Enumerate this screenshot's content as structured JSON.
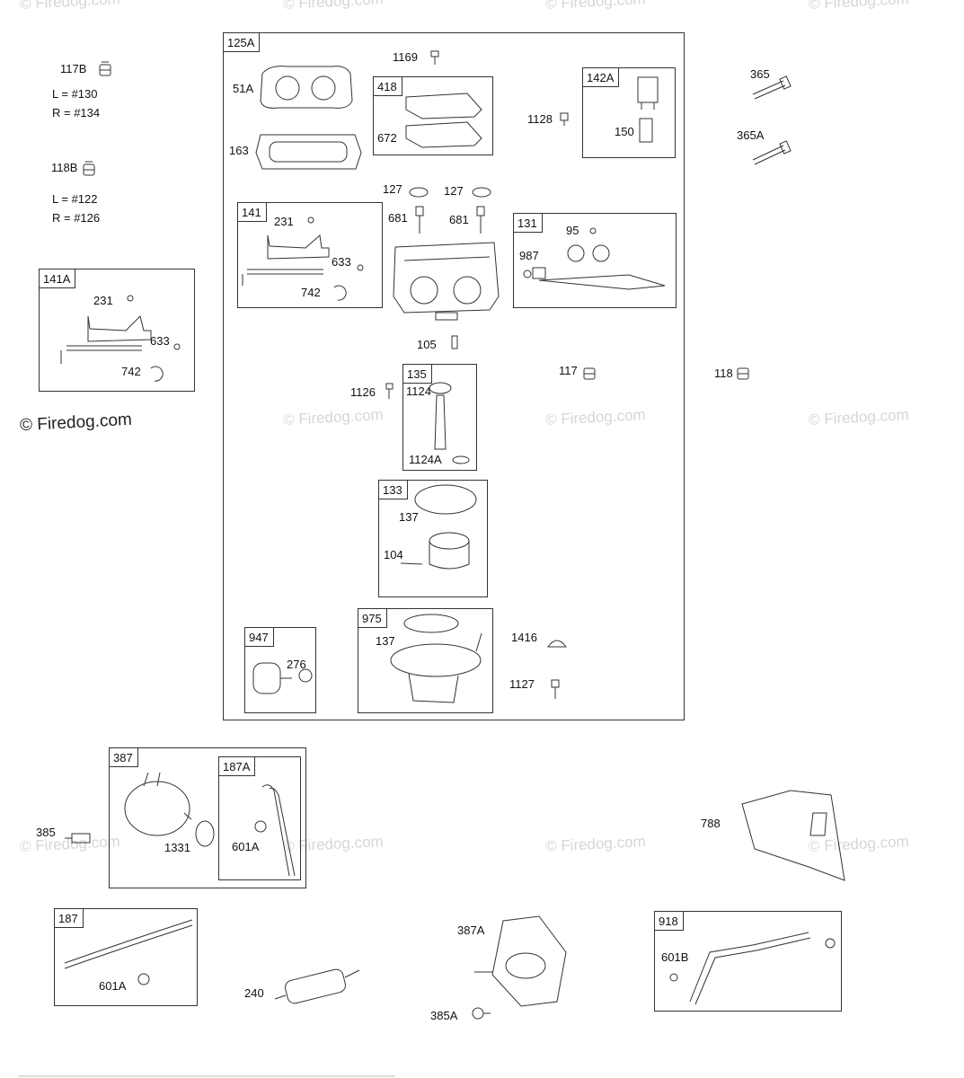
{
  "watermarks": {
    "main": "© Firedog.com",
    "faint": "© Firedog.com"
  },
  "loose_labels": {
    "p117b": "117B",
    "p117b_l": "L = #130",
    "p117b_r": "R = #134",
    "p118b": "118B",
    "p118b_l": "L = #122",
    "p118b_r": "R = #126",
    "p365": "365",
    "p365a": "365A",
    "p117": "117",
    "p118": "118",
    "p385": "385",
    "p788": "788",
    "p240": "240",
    "p387a": "387A",
    "p385a": "385A"
  },
  "group_125a": {
    "tag": "125A",
    "labels": {
      "p51a": "51A",
      "p163": "163",
      "p1169": "1169",
      "p1128": "1128",
      "p127a": "127",
      "p127b": "127",
      "p681a": "681",
      "p681b": "681",
      "p105": "105",
      "p1126": "1126",
      "p1416": "1416",
      "p1127": "1127"
    },
    "sub_418": {
      "tag": "418",
      "p672": "672"
    },
    "sub_142a": {
      "tag": "142A",
      "p150": "150"
    },
    "sub_141": {
      "tag": "141",
      "p231": "231",
      "p633": "633",
      "p742": "742"
    },
    "sub_131": {
      "tag": "131",
      "p95": "95",
      "p987": "987"
    },
    "sub_135": {
      "tag": "135",
      "p1124": "1124",
      "p1124a": "1124A"
    },
    "sub_133": {
      "tag": "133",
      "p137": "137",
      "p104": "104"
    },
    "sub_947": {
      "tag": "947",
      "p276": "276"
    },
    "sub_975": {
      "tag": "975",
      "p137": "137"
    }
  },
  "group_141a": {
    "tag": "141A",
    "p231": "231",
    "p633": "633",
    "p742": "742"
  },
  "group_387": {
    "tag": "387",
    "p1331": "1331",
    "sub_187a": {
      "tag": "187A",
      "p601a": "601A"
    }
  },
  "group_187": {
    "tag": "187",
    "p601a": "601A"
  },
  "group_918": {
    "tag": "918",
    "p601b": "601B"
  }
}
